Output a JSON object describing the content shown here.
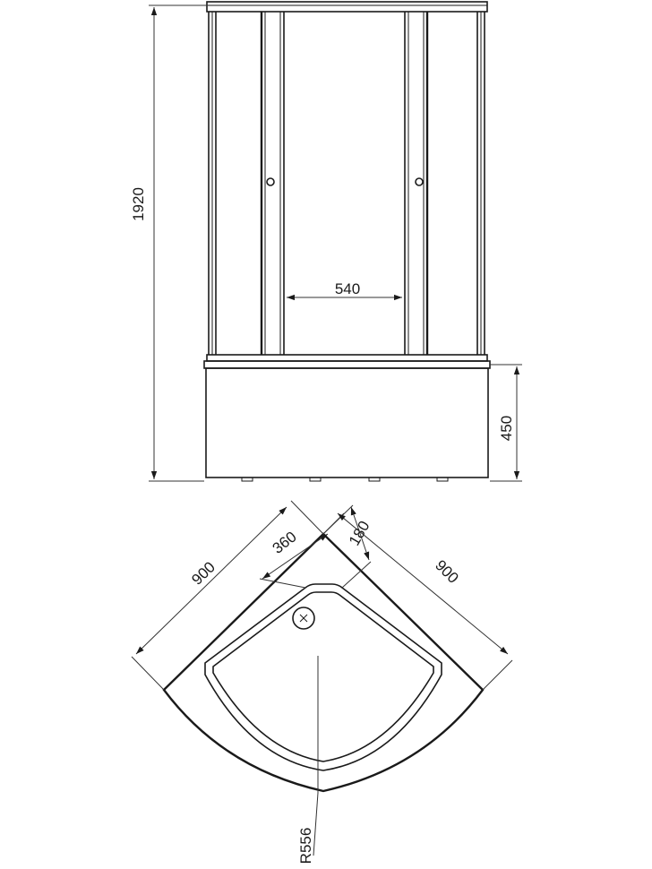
{
  "diagram": {
    "dimensions": {
      "total_height": "1920",
      "door_width": "540",
      "tray_height": "450",
      "side_left": "900",
      "side_right": "900",
      "offset_left": "360",
      "offset_right": "180",
      "radius": "R556"
    },
    "colors": {
      "line": "#1a1a1a",
      "background": "#ffffff"
    }
  }
}
